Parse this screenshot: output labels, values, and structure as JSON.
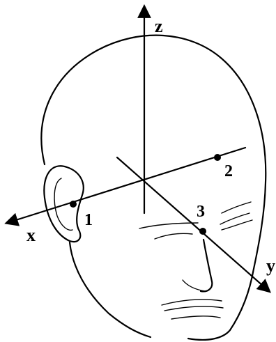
{
  "figure": {
    "axes": {
      "x": "x",
      "y": "y",
      "z": "z"
    },
    "points": [
      {
        "label": "1"
      },
      {
        "label": "2"
      },
      {
        "label": "3"
      }
    ],
    "colors": {
      "ink": "#000000",
      "background": "#ffffff"
    }
  }
}
